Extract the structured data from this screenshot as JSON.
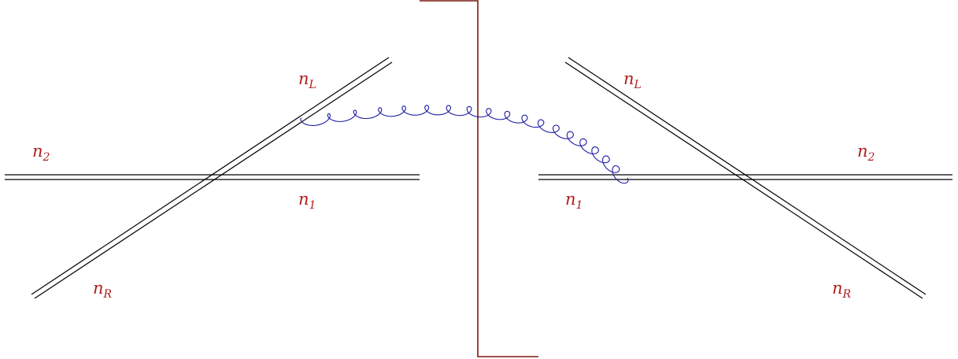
{
  "colors": {
    "wilson_line": "#000000",
    "cut": "#7a1a12",
    "gluon": "#1c1ca0",
    "label": "#b01c1c"
  },
  "labels": {
    "left": {
      "nL": {
        "base": "n",
        "sub": "L"
      },
      "n2": {
        "base": "n",
        "sub": "2"
      },
      "n1": {
        "base": "n",
        "sub": "1"
      },
      "nR": {
        "base": "n",
        "sub": "R"
      }
    },
    "right": {
      "nL": {
        "base": "n",
        "sub": "L"
      },
      "n2": {
        "base": "n",
        "sub": "2"
      },
      "n1": {
        "base": "n",
        "sub": "1"
      },
      "nR": {
        "base": "n",
        "sub": "R"
      }
    }
  }
}
